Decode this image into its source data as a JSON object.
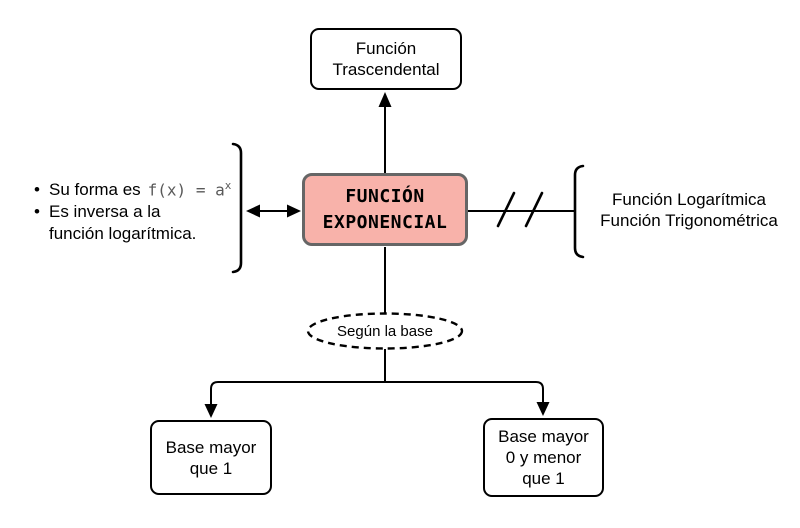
{
  "colors": {
    "background": "#ffffff",
    "node_fill": "#f8b2aa",
    "node_border": "#666666",
    "line_color": "#000000",
    "text_color": "#000000",
    "formula_color": "#595959"
  },
  "nodes": {
    "top_box": {
      "lines": [
        "Función",
        "Trascendental"
      ]
    },
    "center_box": {
      "lines": [
        "FUNCIÓN",
        "EXPONENCIAL"
      ]
    },
    "left_note": {
      "bullet": "•",
      "item1_text": "Su forma es",
      "item1_formula": "f(x) = a",
      "item1_exponent": "x",
      "item2_line1": "Es inversa a la",
      "item2_line2": "función logarítmica."
    },
    "right_note": {
      "lines": [
        "Función Logarítmica",
        "Función Trigonométrica"
      ]
    },
    "ellipse": {
      "label": "Según la base"
    },
    "left_box": {
      "lines": [
        "Base mayor",
        "que 1"
      ]
    },
    "right_box": {
      "lines": [
        "Base mayor",
        "0 y menor",
        "que 1"
      ]
    }
  }
}
